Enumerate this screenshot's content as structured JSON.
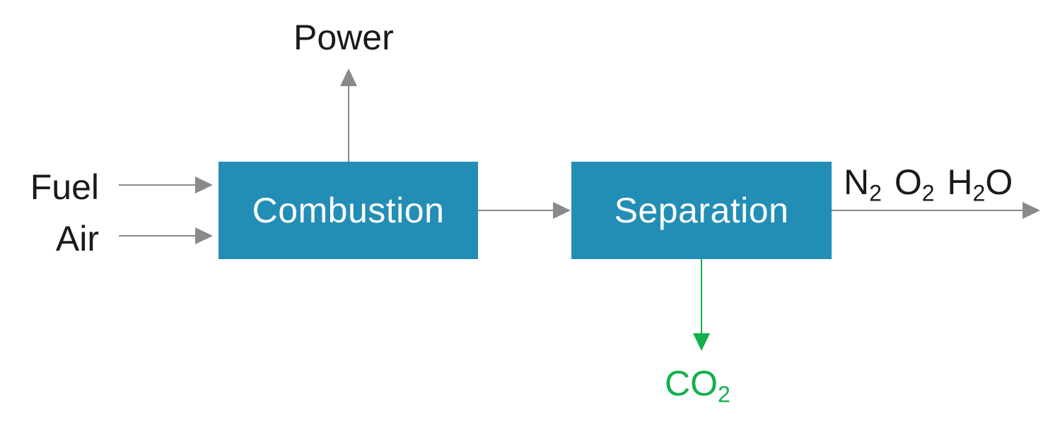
{
  "colors": {
    "box_fill": "#238EB5",
    "arrow": "#8A8A8A",
    "label_text": "#1a1a1a",
    "co2_green": "#12B04B",
    "background": "#FFFFFF"
  },
  "blocks": {
    "combustion": "Combustion",
    "separation": "Separation"
  },
  "inputs": {
    "fuel": "Fuel",
    "air": "Air"
  },
  "outputs": {
    "power": "Power",
    "exhaust": {
      "n2": {
        "base": "N",
        "sub": "2"
      },
      "o2": {
        "base": "O",
        "sub": "2"
      },
      "h2o": {
        "base": "H",
        "sub": "2",
        "tail": "O"
      }
    },
    "co2": {
      "base": "CO",
      "sub": "2"
    }
  }
}
